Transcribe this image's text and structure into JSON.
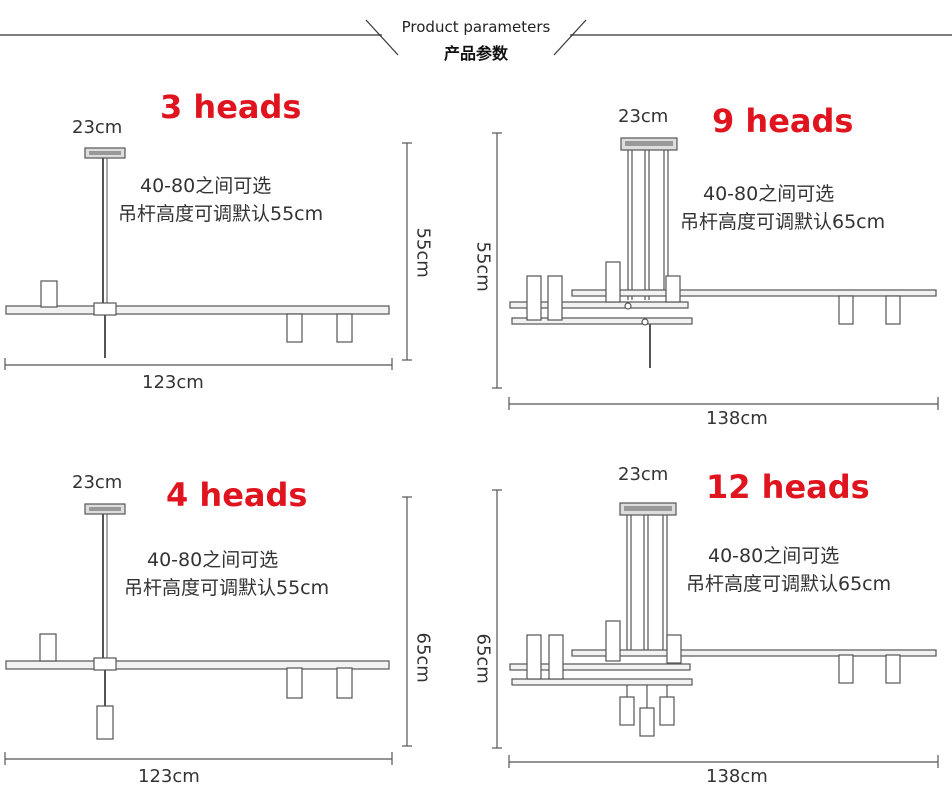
{
  "header": {
    "title_en": "Product parameters",
    "title_cn": "产品参数"
  },
  "panels": [
    {
      "heads": "3 heads",
      "top_width": "23cm",
      "note_line1": "40-80之间可选",
      "note_line2": "吊杆高度可调默认55cm",
      "height": "55cm",
      "width": "123cm"
    },
    {
      "heads": "9 heads",
      "top_width": "23cm",
      "note_line1": "40-80之间可选",
      "note_line2": "吊杆高度可调默认65cm",
      "height": "55cm",
      "width": "138cm"
    },
    {
      "heads": "4 heads",
      "top_width": "23cm",
      "note_line1": "40-80之间可选",
      "note_line2": "吊杆高度可调默认55cm",
      "height": "65cm",
      "width": "123cm"
    },
    {
      "heads": "12 heads",
      "top_width": "23cm",
      "note_line1": "40-80之间可选",
      "note_line2": "吊杆高度可调默认65cm",
      "height": "65cm",
      "width": "138cm"
    }
  ],
  "colors": {
    "heads_text": "#e0141e",
    "line": "#444444"
  }
}
